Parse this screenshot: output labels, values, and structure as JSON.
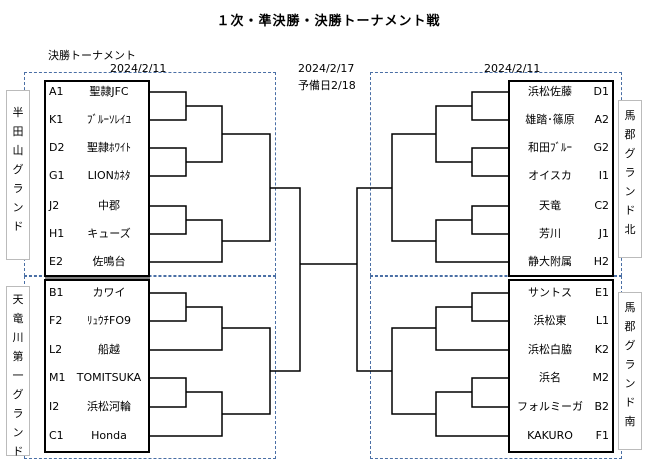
{
  "title": "１次・準決勝・決勝トーナメント戦",
  "subtitle": "決勝トーナメント",
  "dates": {
    "left_date": "2024/2/11",
    "right_date": "2024/2/11",
    "final_date": "2024/2/17",
    "reserve_date": "予備日2/18"
  },
  "venues": {
    "top_left": "半田山グランド",
    "bottom_left": "天竜川第一グランド",
    "top_right": "馬郡グランド北",
    "bottom_right": "馬郡グランド南"
  },
  "left_teams": [
    {
      "code": "A1",
      "name": "聖隷JFC"
    },
    {
      "code": "K1",
      "name": "ﾌﾞﾙｰｿﾚｲﾕ"
    },
    {
      "code": "D2",
      "name": "聖隷ﾎﾜｲﾄ"
    },
    {
      "code": "G1",
      "name": "LIONｶﾈﾀ"
    },
    {
      "code": "J2",
      "name": "中郡"
    },
    {
      "code": "H1",
      "name": "キューズ"
    },
    {
      "code": "E2",
      "name": "佐鳴台"
    },
    {
      "code": "B1",
      "name": "カワイ"
    },
    {
      "code": "F2",
      "name": "ﾘｭｳﾁFO9"
    },
    {
      "code": "L2",
      "name": "船越"
    },
    {
      "code": "M1",
      "name": "TOMITSUKA"
    },
    {
      "code": "I2",
      "name": "浜松河輪"
    },
    {
      "code": "C1",
      "name": "Honda"
    }
  ],
  "right_teams": [
    {
      "code": "D1",
      "name": "浜松佐藤"
    },
    {
      "code": "A2",
      "name": "雄踏･篠原"
    },
    {
      "code": "G2",
      "name": "和田ﾌﾞﾙｰ"
    },
    {
      "code": "I1",
      "name": "オイスカ"
    },
    {
      "code": "C2",
      "name": "天竜"
    },
    {
      "code": "J1",
      "name": "芳川"
    },
    {
      "code": "H2",
      "name": "静大附属"
    },
    {
      "code": "E1",
      "name": "サントス"
    },
    {
      "code": "L1",
      "name": "浜松東"
    },
    {
      "code": "K2",
      "name": "浜松白脇"
    },
    {
      "code": "M2",
      "name": "浜名"
    },
    {
      "code": "B2",
      "name": "フォルミーガ"
    },
    {
      "code": "F1",
      "name": "KAKURO"
    }
  ]
}
